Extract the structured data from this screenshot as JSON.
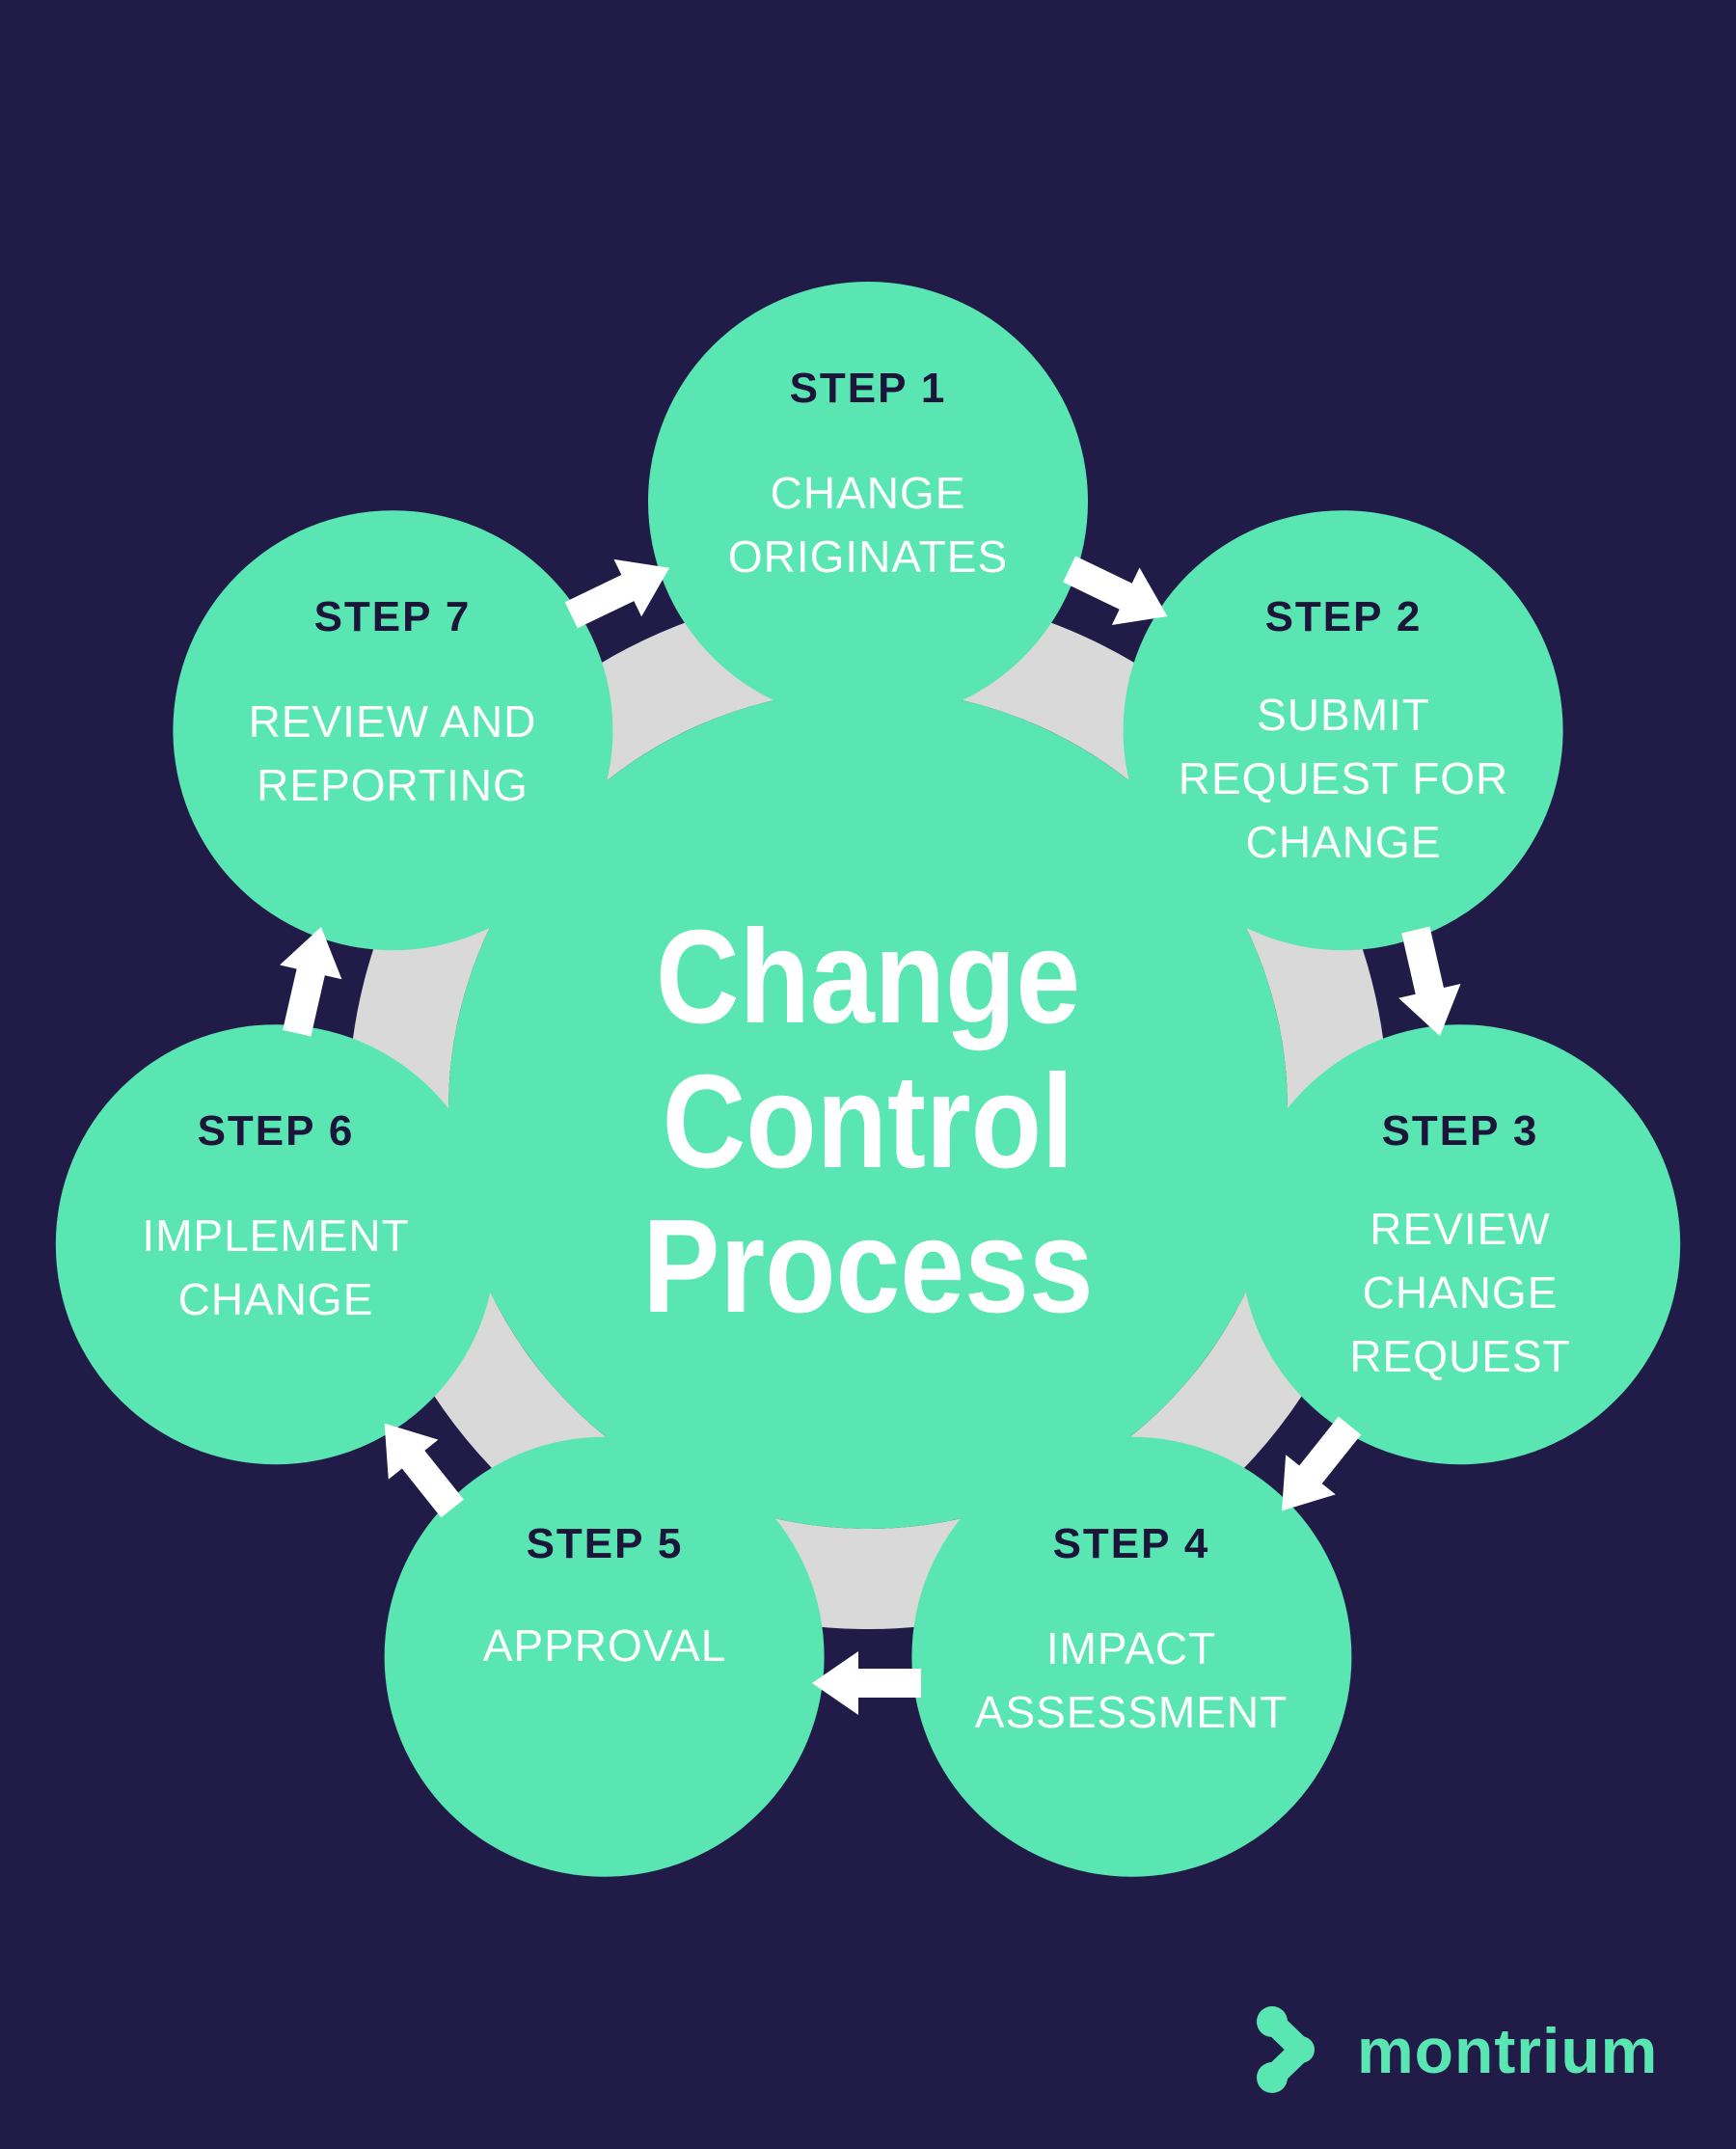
{
  "diagram": {
    "type": "circular-process",
    "center_title": {
      "lines": [
        "Change",
        "Control",
        "Process"
      ]
    },
    "steps": [
      {
        "number_label": "STEP 1",
        "label_lines": [
          "CHANGE",
          "ORIGINATES"
        ]
      },
      {
        "number_label": "STEP 2",
        "label_lines": [
          "SUBMIT",
          "REQUEST FOR",
          "CHANGE"
        ]
      },
      {
        "number_label": "STEP 3",
        "label_lines": [
          "REVIEW",
          "CHANGE",
          "REQUEST"
        ]
      },
      {
        "number_label": "STEP 4",
        "label_lines": [
          "IMPACT",
          "ASSESSMENT"
        ]
      },
      {
        "number_label": "STEP 5",
        "label_lines": [
          "APPROVAL"
        ]
      },
      {
        "number_label": "STEP 6",
        "label_lines": [
          "IMPLEMENT",
          "CHANGE"
        ]
      },
      {
        "number_label": "STEP 7",
        "label_lines": [
          "REVIEW AND",
          "REPORTING"
        ]
      }
    ],
    "flow": "clockwise",
    "arrow_count": 7
  },
  "logo": {
    "wordmark": "montrium",
    "mark_icon": "montrium-mark-icon"
  },
  "colors": {
    "navy": "#211c47",
    "teal": "#5ae6b2",
    "gray": "#d9d9d9",
    "dark-text": "#1a1539",
    "white": "#ffffff"
  }
}
